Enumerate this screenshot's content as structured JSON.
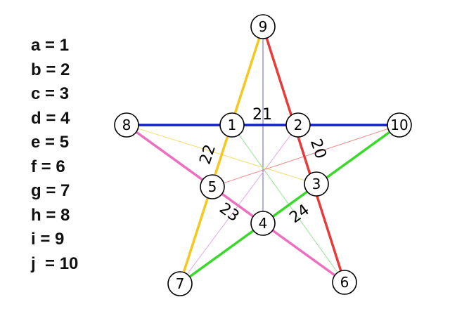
{
  "legend": [
    {
      "letter": "a",
      "value": "1"
    },
    {
      "letter": "b",
      "value": "2"
    },
    {
      "letter": "c",
      "value": "3"
    },
    {
      "letter": "d",
      "value": "4"
    },
    {
      "letter": "e",
      "value": "5"
    },
    {
      "letter": "f",
      "value": "6"
    },
    {
      "letter": "g",
      "value": "7"
    },
    {
      "letter": "h",
      "value": "8"
    },
    {
      "letter": "i",
      "value": "9"
    },
    {
      "letter": "j",
      "value": "10"
    }
  ],
  "nodes": [
    "1",
    "2",
    "3",
    "4",
    "5",
    "6",
    "7",
    "8",
    "9",
    "10"
  ],
  "edge_labels": [
    "20",
    "21",
    "22",
    "23",
    "24"
  ],
  "colors": {
    "blue": "#1020c8",
    "red": "#e83a3a",
    "yellow": "#f5c81e",
    "pink": "#ec6fc0",
    "green": "#3ad82a"
  }
}
